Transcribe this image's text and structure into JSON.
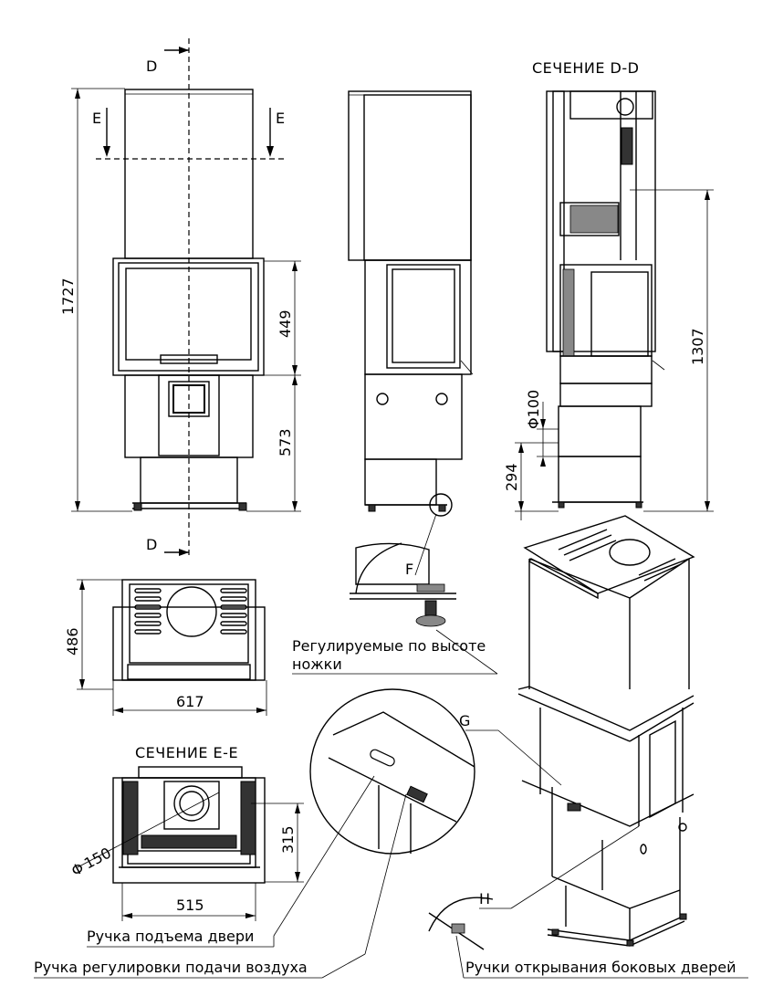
{
  "section_labels": {
    "d_left_top": "D",
    "d_left_bottom": "D",
    "e_left": "E",
    "e_right": "E",
    "section_dd": "СЕЧЕНИЕ D-D",
    "section_ee": "СЕЧЕНИЕ E-E",
    "detail_f": "F",
    "detail_g": "G",
    "detail_h": "H"
  },
  "dimensions": {
    "total_height": "1727",
    "glass_height": "449",
    "base_height": "573",
    "flue_height": "1307",
    "inlet_diameter": "Φ100",
    "inlet_height": "294",
    "depth": "486",
    "width": "617",
    "flue_diameter": "150",
    "section_width": "515",
    "section_depth": "315"
  },
  "callouts": {
    "adjustable_legs_line1": "Регулируемые по высоте",
    "adjustable_legs_line2": "ножки",
    "door_lift_handle": "Ручка подъема двери",
    "air_control_handle": "Ручка регулировки подачи воздуха",
    "side_door_handles": "Ручки открывания боковых дверей"
  }
}
